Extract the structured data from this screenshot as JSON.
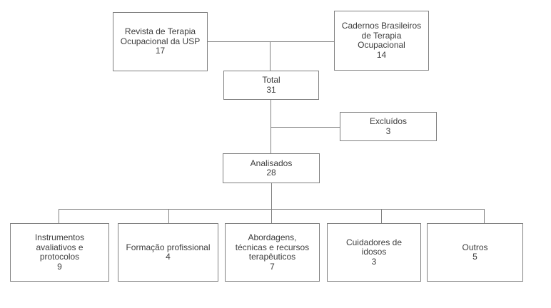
{
  "diagram": {
    "type": "flowchart",
    "language": "pt-BR",
    "description": "Article selection flowchart: two journals feed a total, exclusions removed, analysed articles split into five categories"
  },
  "colors": {
    "background": "#ffffff",
    "box_border": "#808080",
    "connector": "#808080",
    "text": "#3d3d3d"
  },
  "nodes": {
    "revista": {
      "label": "Revista de Terapia\nOcupacional da USP",
      "count": "17"
    },
    "cadernos": {
      "label": "Cadernos Brasileiros\nde Terapia\nOcupacional",
      "count": "14"
    },
    "total": {
      "label": "Total",
      "count": "31"
    },
    "excluidos": {
      "label": "Excluídos",
      "count": "3"
    },
    "analisados": {
      "label": "Analisados",
      "count": "28"
    },
    "instrumentos": {
      "label": "Instrumentos\navaliativos e\nprotocolos",
      "count": "9"
    },
    "formacao": {
      "label": "Formação profissional",
      "count": "4"
    },
    "abordagens": {
      "label": "Abordagens,\ntécnicas e recursos\nterapêuticos",
      "count": "7"
    },
    "cuidadores": {
      "label": "Cuidadores de\nidosos",
      "count": "3"
    },
    "outros": {
      "label": "Outros",
      "count": "5"
    }
  },
  "edges": [
    {
      "from": "revista",
      "to": "total"
    },
    {
      "from": "cadernos",
      "to": "total"
    },
    {
      "from": "total",
      "to": "excluidos"
    },
    {
      "from": "total",
      "to": "analisados"
    },
    {
      "from": "analisados",
      "to": "instrumentos"
    },
    {
      "from": "analisados",
      "to": "formacao"
    },
    {
      "from": "analisados",
      "to": "abordagens"
    },
    {
      "from": "analisados",
      "to": "cuidadores"
    },
    {
      "from": "analisados",
      "to": "outros"
    }
  ]
}
